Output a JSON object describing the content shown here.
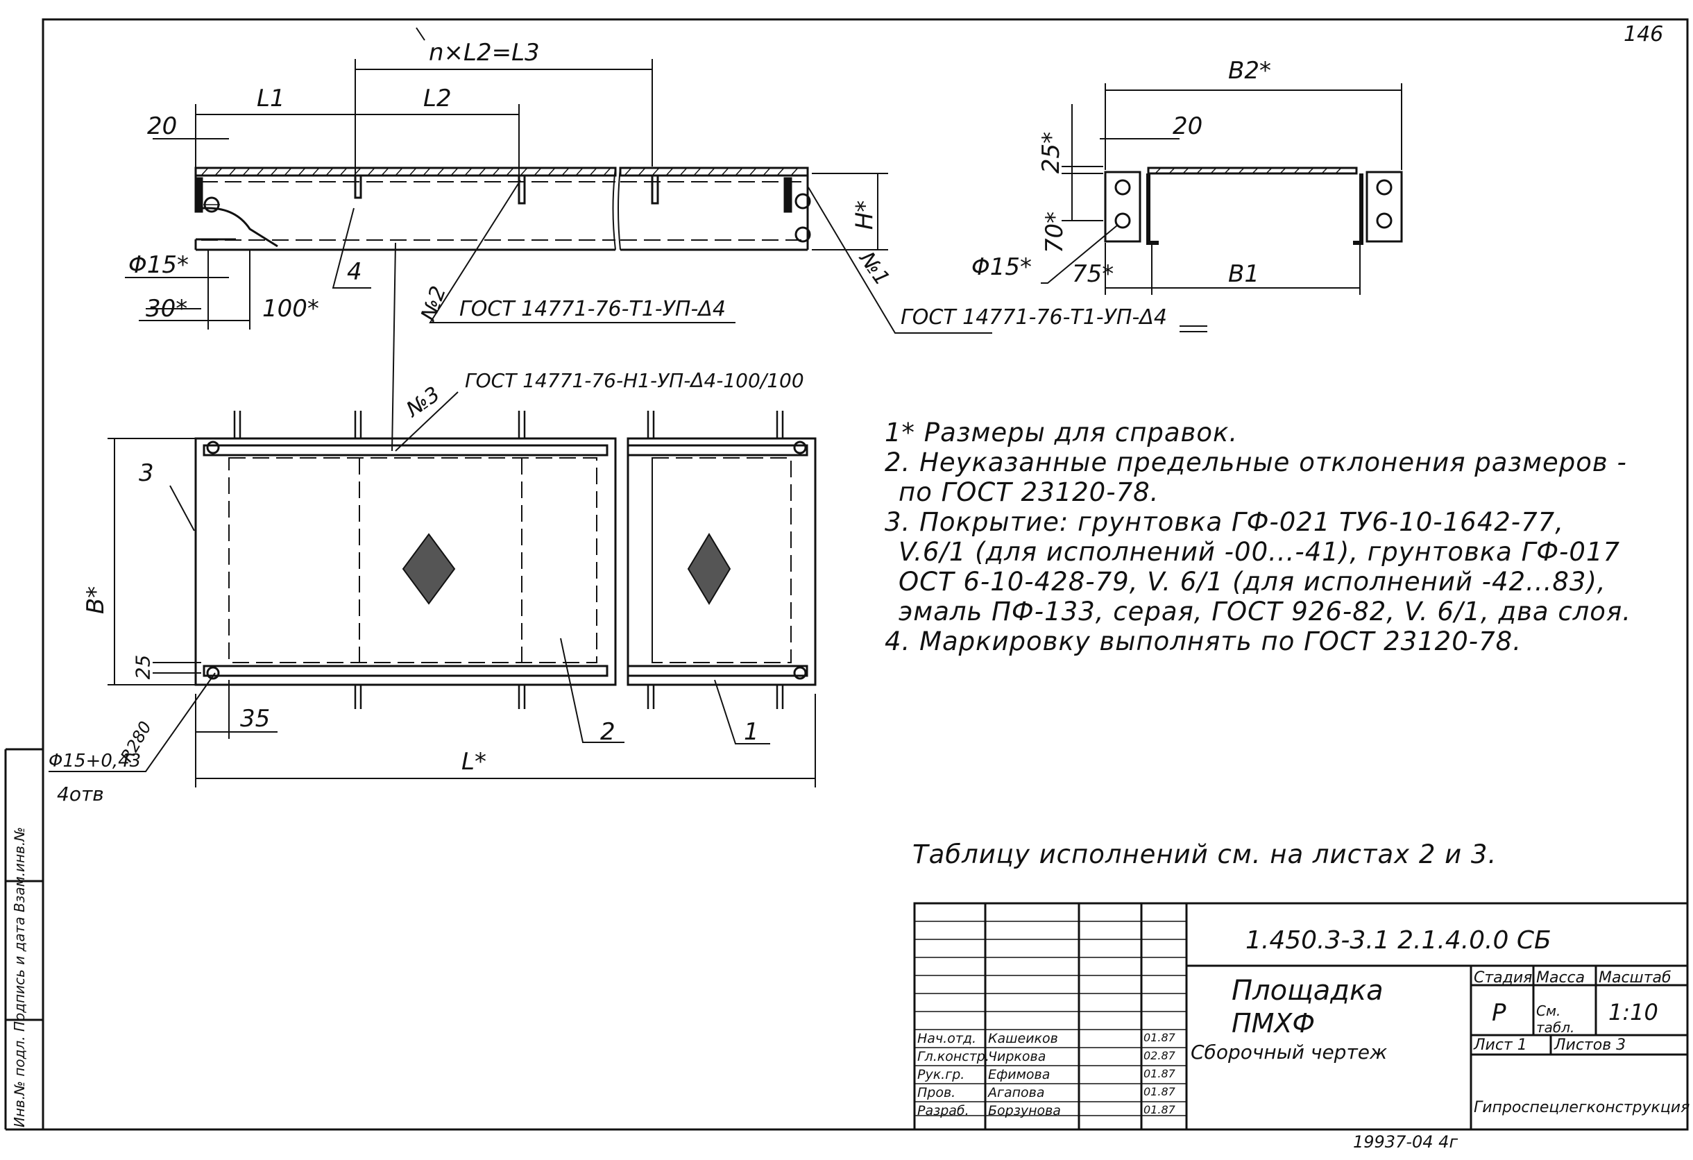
{
  "sheet_number": "146",
  "side_view": {
    "formula": "n×L2=L3",
    "L1": "L1",
    "L2": "L2",
    "dim20": "20",
    "phi15": "Φ15*",
    "dim30": "30*",
    "dim100": "100*",
    "H": "H*",
    "pos4": "4",
    "pos2": "№2",
    "pos1": "№1",
    "gost_a": "ГОСТ 14771-76-Т1-УП-Δ4",
    "gost_b": "ГОСТ 14771-76-Т1-УП-Δ4"
  },
  "section_view": {
    "B2": "B2*",
    "dim25": "25*",
    "dim20": "20",
    "dim70": "70*",
    "phi15": "Φ15*",
    "dim75": "75*",
    "B1": "B1"
  },
  "plan_view": {
    "pos3": "№3",
    "gost_c": "ГОСТ 14771-76-Н1-УП-Δ4-100/100",
    "callout3": "3",
    "B": "B*",
    "dim25": "25",
    "R280": "R280",
    "dim35": "35",
    "callout2": "2",
    "callout1": "1",
    "phi_hole": "Φ15+0,43",
    "holes": "4отв",
    "L": "L*"
  },
  "notes": [
    "1* Размеры для справок.",
    "2. Неуказанные предельные отклонения размеров -",
    "по ГОСТ 23120-78.",
    "3. Покрытие: грунтовка ГФ-021 ТУ6-10-1642-77,",
    "V.6/1 (для исполнений -00...-41), грунтовка ГФ-017",
    "ОСТ 6-10-428-79, V. 6/1 (для исполнений -42...83),",
    "эмаль ПФ-133, серая, ГОСТ 926-82, V. 6/1, два слоя.",
    "4. Маркировку выполнять по ГОСТ 23120-78."
  ],
  "table_ref": "Таблицу исполнений см. на листах 2 и 3.",
  "title_block": {
    "doc_code": "1.450.3-3.1   2.1.4.0.0 СБ",
    "title1": "Площадка",
    "title2": "ПМХФ",
    "title3": "Сборочный чертеж",
    "stage_h": "Стадия",
    "mass_h": "Масса",
    "scale_h": "Масштаб",
    "stage": "Р",
    "mass": "См. табл.",
    "scale": "1:10",
    "sheet": "Лист 1",
    "sheets": "Листов 3",
    "org": "Гипроспецлегконструкция",
    "roles": [
      "Нач.отд.",
      "Гл.констр.",
      "Рук.гр.",
      "Пров.",
      "Разраб."
    ],
    "names": [
      "Кашеиков",
      "Чиркова",
      "Ефимова",
      "Агапова",
      "Борзунова"
    ],
    "dates": [
      "01.87",
      "02.87",
      "01.87",
      "01.87",
      "01.87"
    ]
  },
  "bottom_code": "19937-04   4г",
  "side_strip": "Инв.№ подл.  Подпись и дата  Взам.инв.№"
}
